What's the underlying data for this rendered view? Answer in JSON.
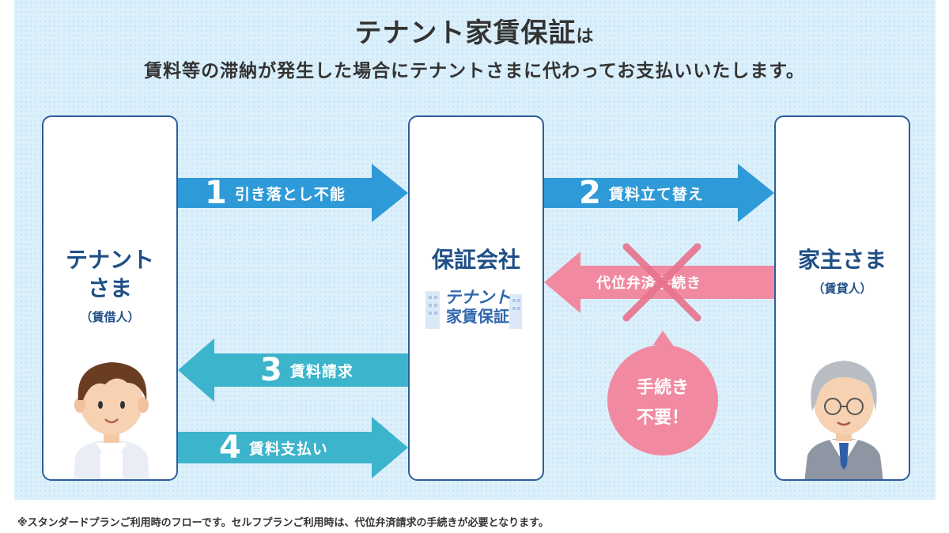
{
  "header": {
    "title_main": "テナント家賃保証",
    "title_particle": "は",
    "subtitle": "賃料等の滞納が発生した場合にテナントさまに代わってお支払いいたします。"
  },
  "tenant": {
    "name_line1": "テナント",
    "name_line2": "さま",
    "role": "（賃借人）"
  },
  "guarantor": {
    "name": "保証会社",
    "logo_line1": "テナント",
    "logo_line2": "家賃保証"
  },
  "landlord": {
    "name": "家主さま",
    "role": "（賃貸人）"
  },
  "flows": [
    {
      "num": "1",
      "label": "引き落とし不能"
    },
    {
      "num": "2",
      "label": "賃料立て替え"
    },
    {
      "num": "3",
      "label": "賃料請求"
    },
    {
      "num": "4",
      "label": "賃料支払い"
    }
  ],
  "subrogation": {
    "label": "代位弁済手続き"
  },
  "bubble": {
    "line1": "手続き",
    "line2": "不要！"
  },
  "footnote": "※スタンダードプランご利用時のフローです。セルフプランご利用時は、代位弁済請求の手続きが必要となります。",
  "colors": {
    "arrow_blue": "#2f9ad8",
    "arrow_teal": "#3cb4cc",
    "arrow_pink": "#f18aa0",
    "cross_pink": "#e8728d",
    "box_border": "#2e5d9c",
    "text_navy": "#1f4f86"
  }
}
